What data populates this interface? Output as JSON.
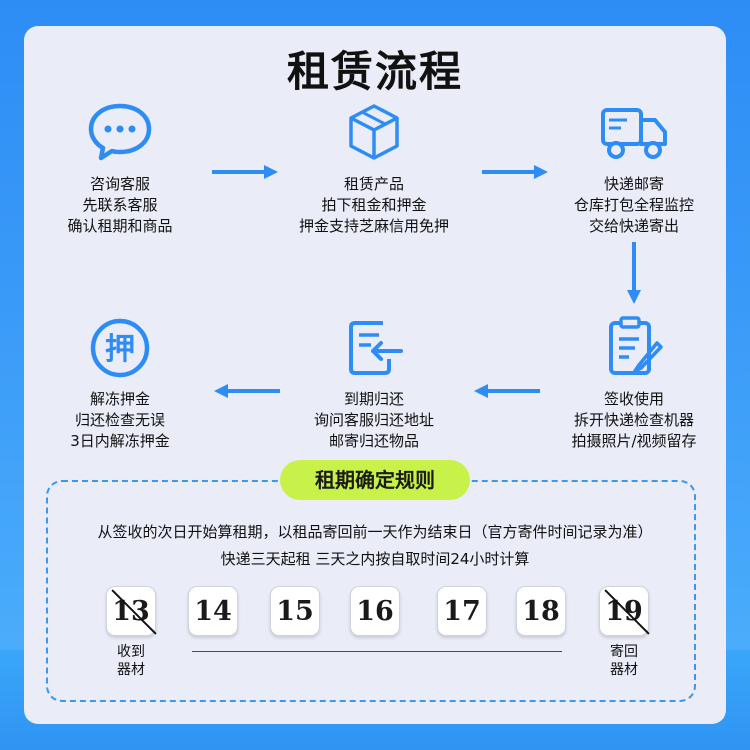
{
  "title": "租赁流程",
  "steps": [
    {
      "icon": "chat-bubble-icon",
      "lines": [
        "咨询客服",
        "先联系客服",
        "确认租期和商品"
      ]
    },
    {
      "icon": "box-icon",
      "lines": [
        "租赁产品",
        "拍下租金和押金",
        "押金支持芝麻信用免押"
      ]
    },
    {
      "icon": "delivery-truck-icon",
      "lines": [
        "快递邮寄",
        "仓库打包全程监控",
        "交给快递寄出"
      ]
    },
    {
      "icon": "clipboard-icon",
      "lines": [
        "签收使用",
        "拆开快递检查机器",
        "拍摄照片/视频留存"
      ]
    },
    {
      "icon": "return-document-icon",
      "lines": [
        "到期归还",
        "询问客服归还地址",
        "邮寄归还物品"
      ]
    },
    {
      "icon": "deposit-seal-icon",
      "seal_text": "押",
      "lines": [
        "解冻押金",
        "归还检查无误",
        "3日内解冻押金"
      ]
    }
  ],
  "rules": {
    "heading": "租期确定规则",
    "line1": "从签收的次日开始算租期，以租品寄回前一天作为结束日（官方寄件时间记录为准）",
    "line2": "快递三天起租 三天之内按自取时间24小时计算"
  },
  "calendar": {
    "days": [
      {
        "num": "13",
        "crossed": true,
        "label": [
          "收到",
          "器材"
        ]
      },
      {
        "num": "14",
        "crossed": false,
        "label": []
      },
      {
        "num": "15",
        "crossed": false,
        "label": []
      },
      {
        "num": "16",
        "crossed": false,
        "label": []
      },
      {
        "num": "17",
        "crossed": false,
        "label": []
      },
      {
        "num": "18",
        "crossed": false,
        "label": []
      },
      {
        "num": "19",
        "crossed": true,
        "label": [
          "寄回",
          "器材"
        ]
      }
    ]
  },
  "colors": {
    "accent": "#2e8df5",
    "pill": "#c8f24a",
    "card": "#eaedf8"
  }
}
